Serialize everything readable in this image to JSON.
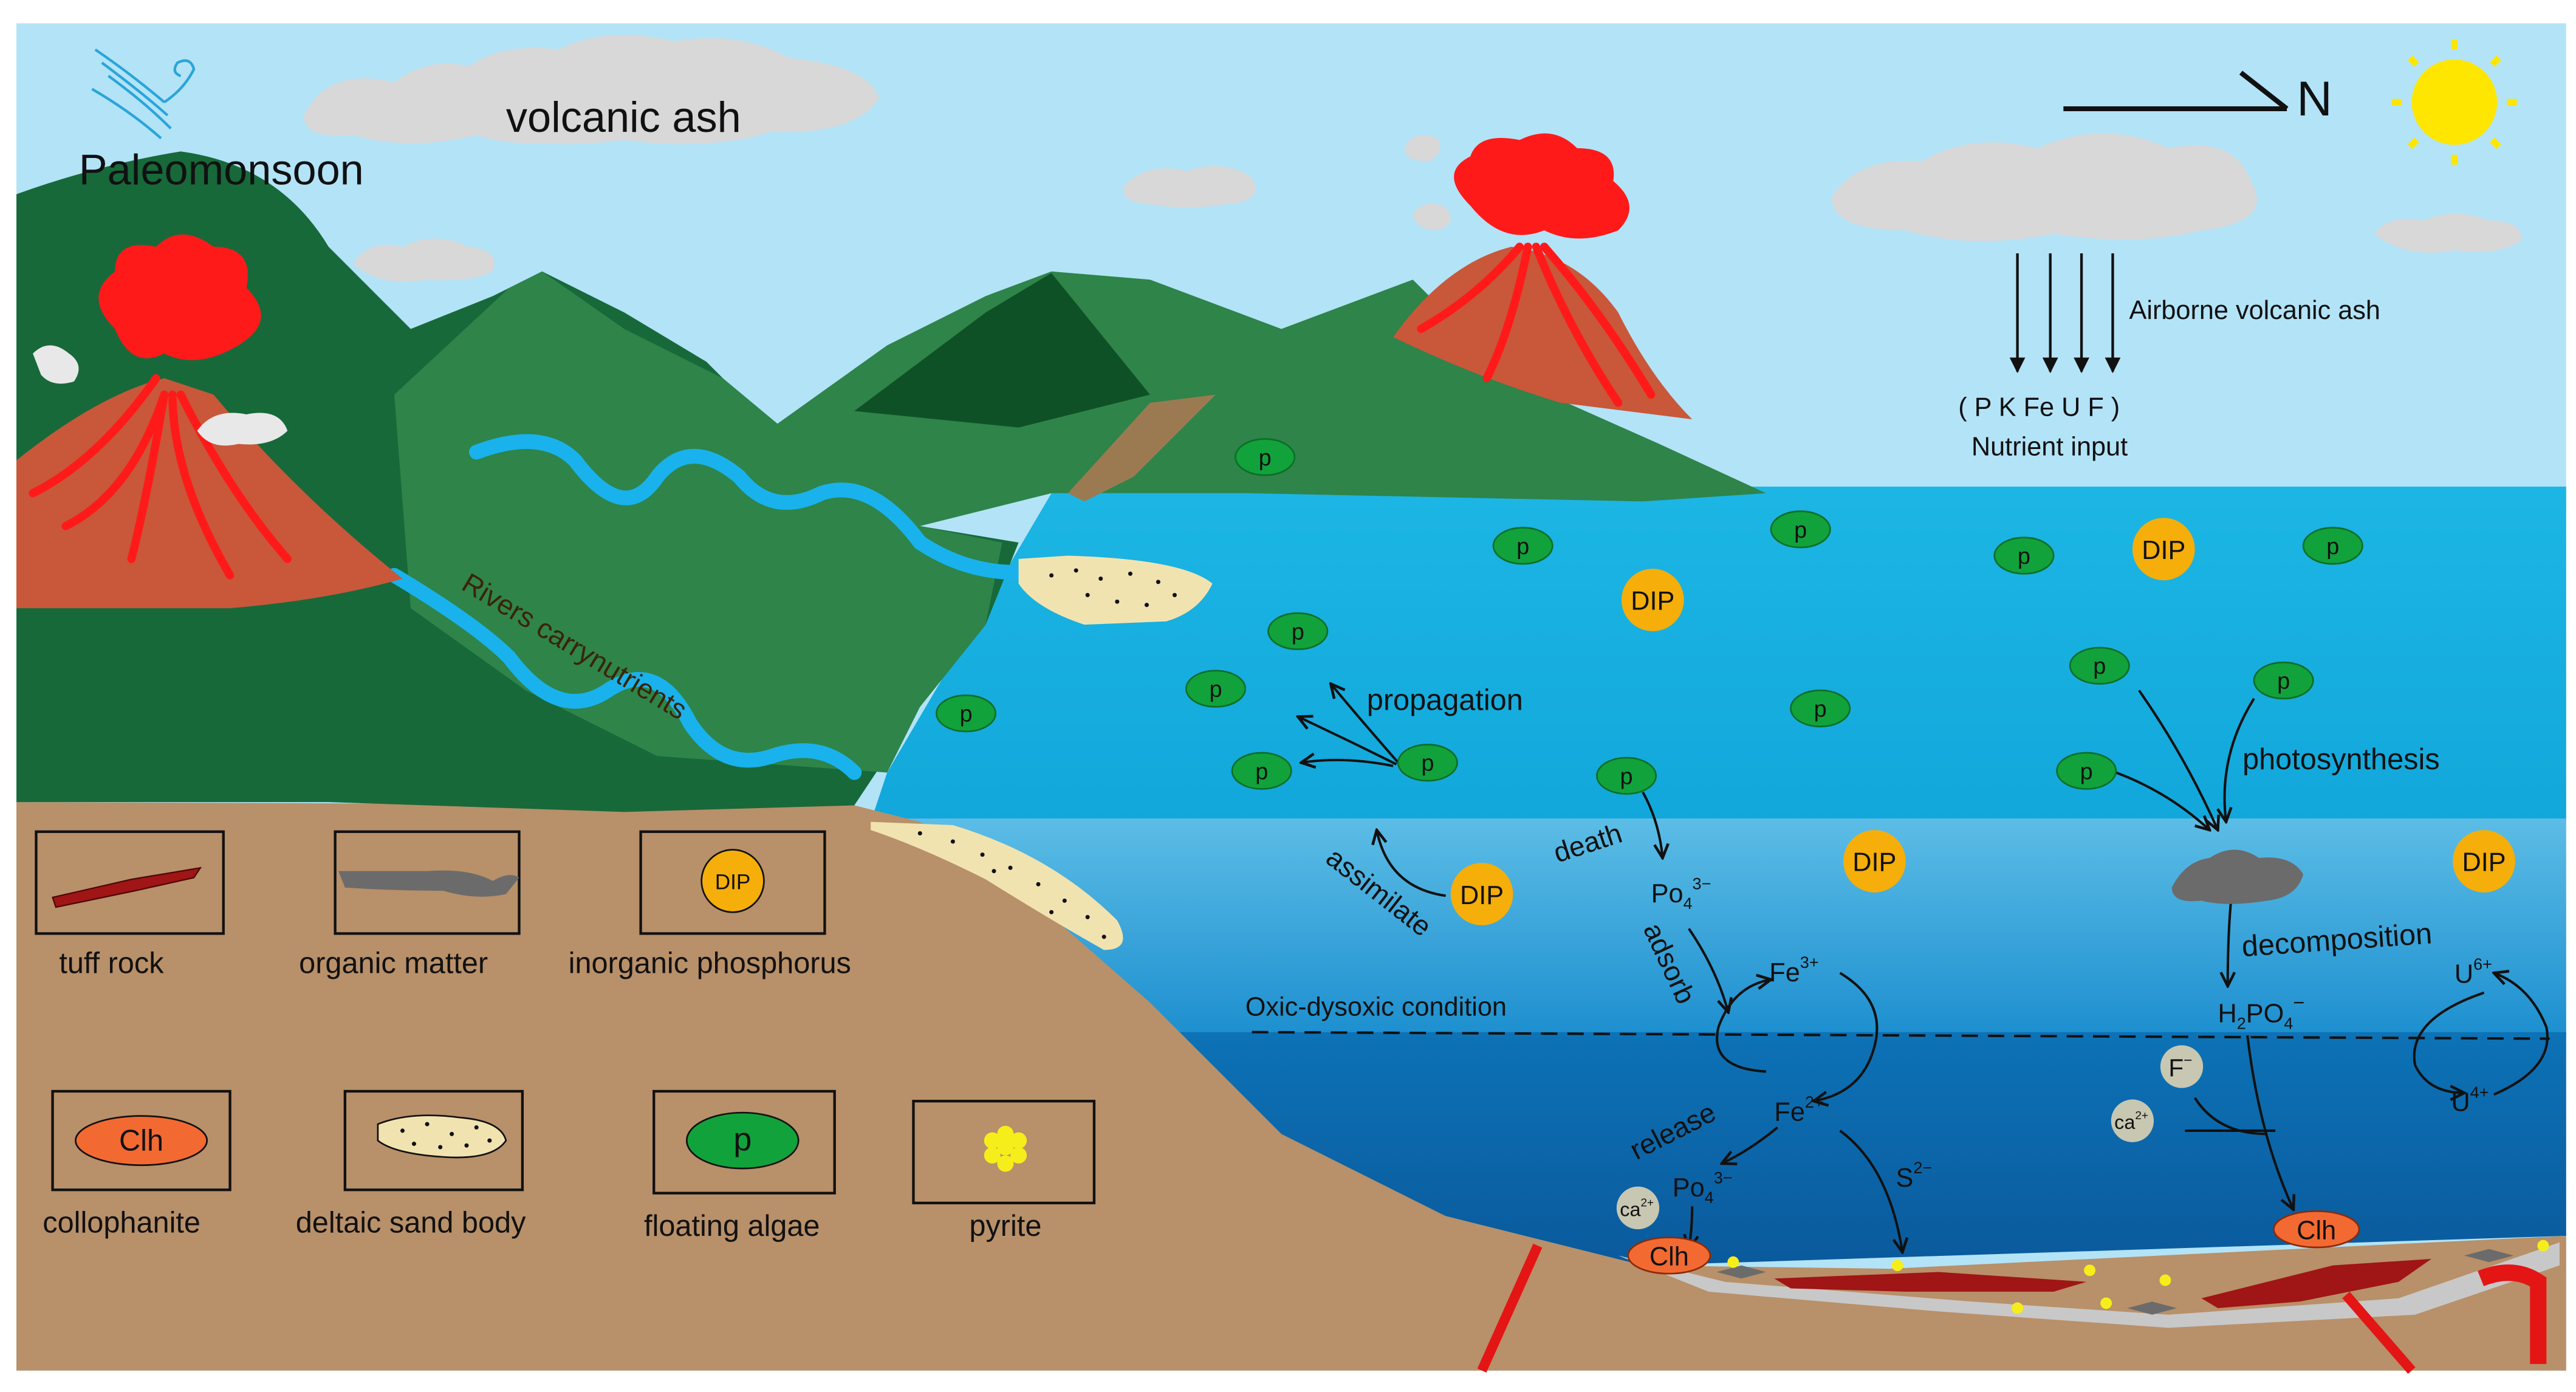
{
  "labels": {
    "paleomonsoon": "Paleomonsoon",
    "volcanic_ash": "volcanic ash",
    "north": "N",
    "airborne": "Airborne volcanic ash",
    "elements": "( P  K Fe U  F )",
    "nutrient_input": "Nutrient input",
    "rivers": "Rivers carrynutrients",
    "propagation": "propagation",
    "assimilate": "assimilate",
    "death": "death",
    "adsorb": "adsorb",
    "photosynthesis": "photosynthesis",
    "decomposition": "decomposition",
    "oxic": "Oxic-dysoxic condition",
    "release": "release"
  },
  "species": {
    "po4": "Po",
    "po4_sub": "4",
    "po4_sup": "3−",
    "fe3": "Fe",
    "fe3_sup": "3+",
    "fe2": "Fe",
    "fe2_sup": "2+",
    "s2": "S",
    "s2_sup": "2−",
    "h2po4_a": "H",
    "h2po4_sub1": "2",
    "h2po4_b": "PO",
    "h2po4_sub2": "4",
    "h2po4_sup": "−",
    "u6": "U",
    "u6_sup": "6+",
    "u4": "U",
    "u4_sup": "4+",
    "f": "F",
    "f_sup": "−",
    "ca": "ca",
    "ca_sup": "2+"
  },
  "tokens": {
    "algae": "p",
    "dip": "DIP",
    "clh": "Clh"
  },
  "legend": {
    "tuff_rock": "tuff rock",
    "organic_matter": "organic matter",
    "inorganic_phosphorus": "inorganic phosphorus",
    "collophanite": "collophanite",
    "deltaic_sand_body": "deltaic sand body",
    "floating_algae": "floating algae",
    "pyrite": "pyrite",
    "dip_symbol": "DIP",
    "clh_symbol": "Clh",
    "algae_symbol": "p"
  },
  "colors": {
    "sky": "#b3e3f7",
    "mountain_dark": "#17693a",
    "mountain_mid": "#2e8449",
    "volcano": "#c9573a",
    "lava": "#ff1a1a",
    "water_upper": "#17b1e0",
    "water_mid": "#1596cc",
    "water_deep": "#0a62a4",
    "land": "#b89069",
    "algae": "#12a23b",
    "dip": "#f5ae0a",
    "clh": "#f26a32",
    "tuff": "#a01515",
    "organic": "#6b6b6b",
    "pyrite": "#f6ee1a",
    "sediment": "#c8c8c8"
  }
}
